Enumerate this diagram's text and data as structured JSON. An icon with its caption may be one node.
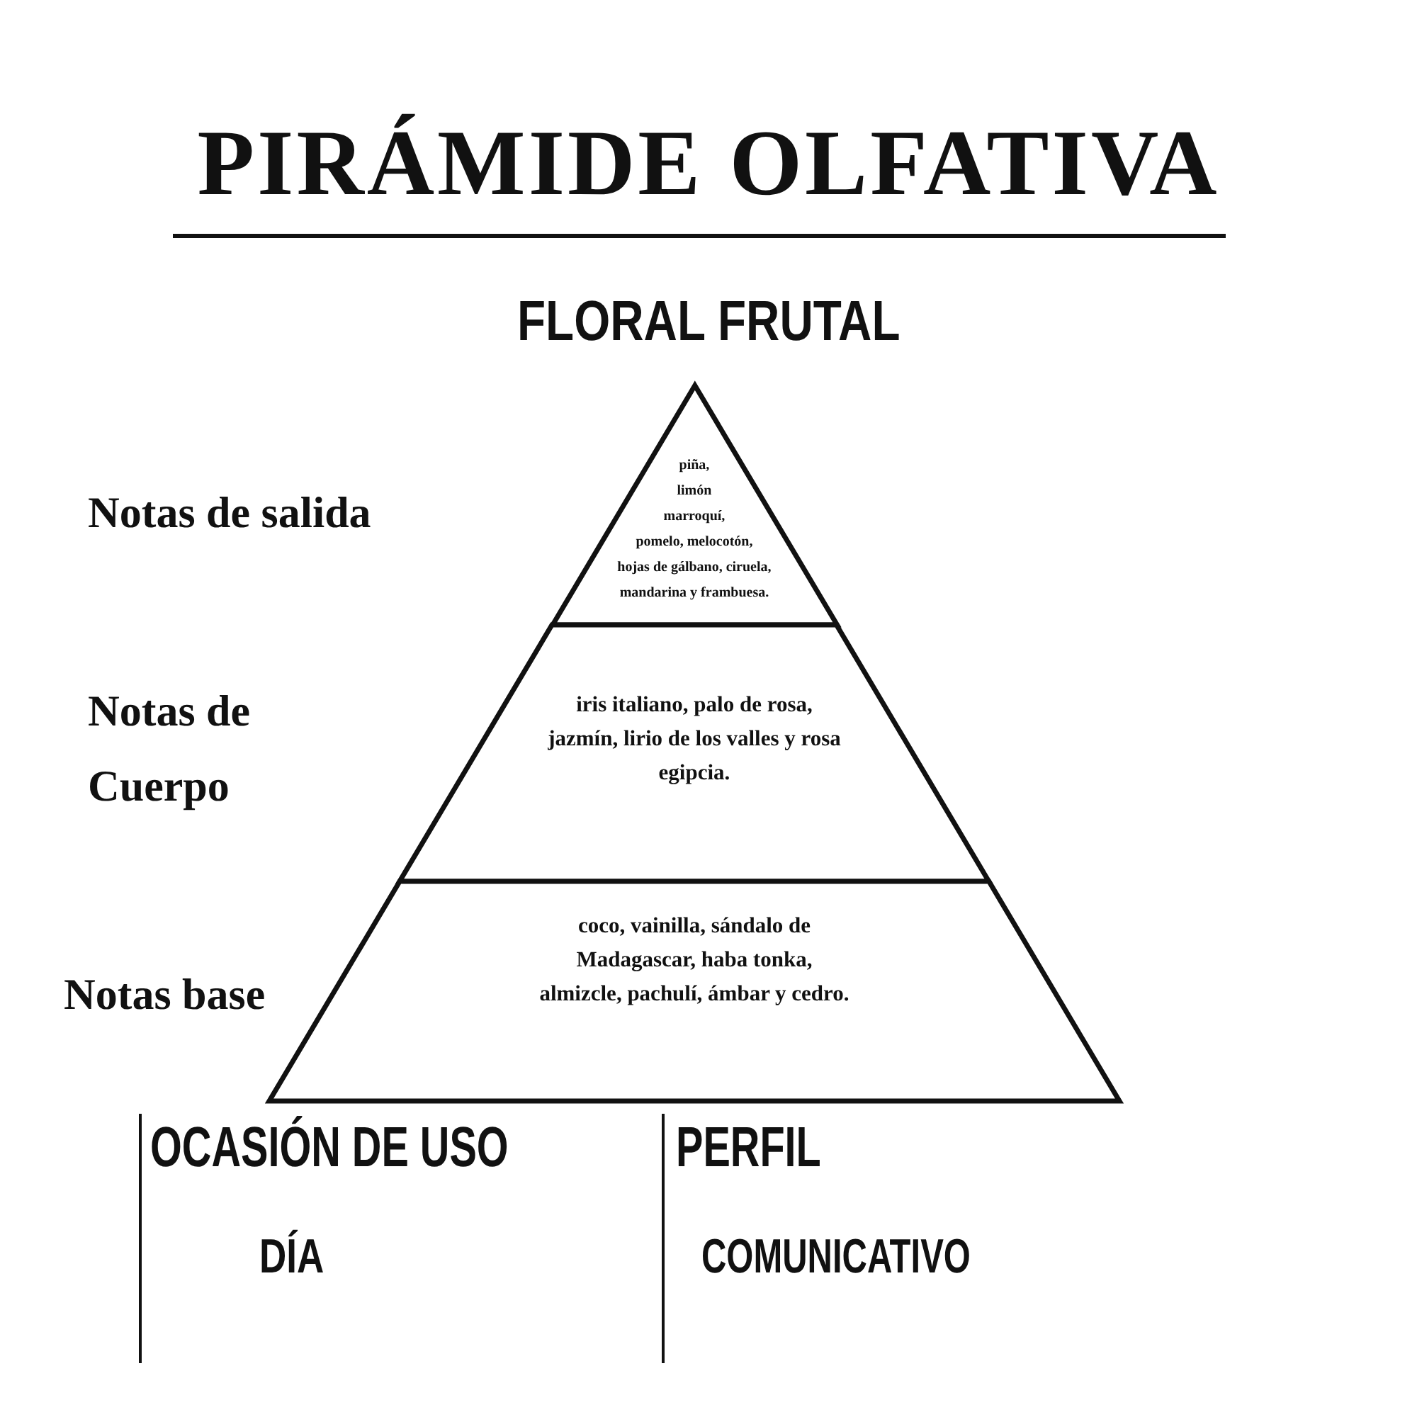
{
  "diagram": {
    "title": "PIRÁMIDE OLFATIVA",
    "nodes": [
      {
        "text": [
          "piña, limón marroquí, pomelo, melocotón, hojas de gálbano, ciruela, mandarina y frambuesa."
        ]
      },
      {
        "text": [
          "iris italiano, palo de rosa, jazmín, lirio de los valles y rosa egipcia."
        ]
      },
      {
        "text": [
          "coco, vainilla, sándalo de Madagascar, haba tonka, almizcle, pachulí, ámbar y cedro."
        ]
      }
    ],
    "labels": [
      "FLORAL FRUTAL",
      "Notas de salida",
      "Notas de Cuerpo",
      "Notas base",
      "OCASIÓN DE USO",
      "DÍA",
      "PERFIL",
      "COMUNICATIVO"
    ]
  }
}
